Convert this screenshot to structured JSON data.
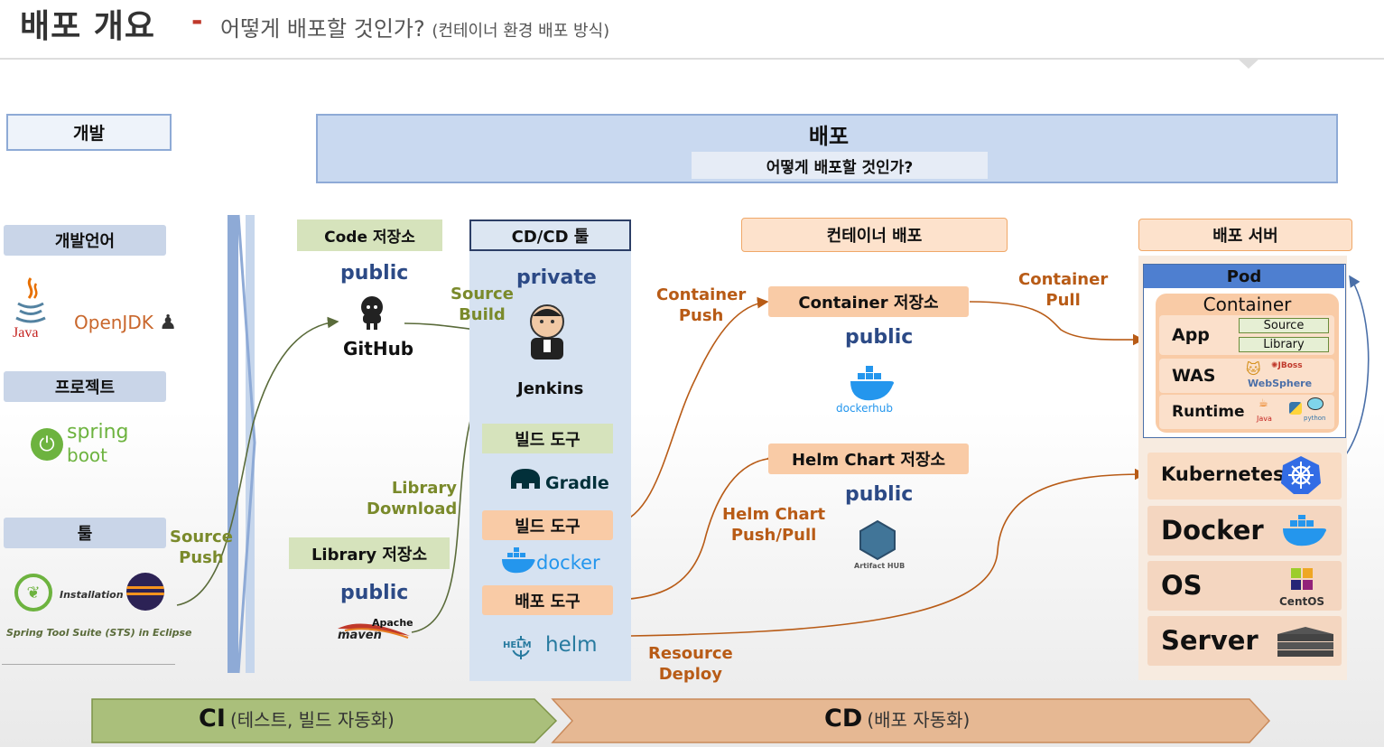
{
  "header": {
    "title": "배포 개요",
    "dash": "-",
    "subtitle": "어떻게 배포할 것인가?",
    "subtitle_small": "(컨테이너 환경 배포 방식)"
  },
  "dev": {
    "title": "개발",
    "lang_label": "개발언어",
    "java_logo": "Java",
    "openjdk_logo": "OpenJDK",
    "project_label": "프로젝트",
    "spring_logo_top": "spring",
    "spring_logo_bottom": "boot",
    "tool_label": "툴",
    "installation": "Installation",
    "sts_caption": "Spring Tool Suite (STS) in Eclipse",
    "source_push": [
      "Source",
      "Push"
    ]
  },
  "deploy": {
    "title": "배포",
    "question": "어떻게 배포할 것인가?"
  },
  "code_repo": {
    "label": "Code 저장소",
    "visibility": "public",
    "logo": "GitHub"
  },
  "library_repo": {
    "download": [
      "Library",
      "Download"
    ],
    "label": "Library 저장소",
    "visibility": "public",
    "logo_top": "Apache",
    "logo_bottom": "maven"
  },
  "cicd": {
    "label": "CD/CD 툴",
    "visibility": "private",
    "jenkins": "Jenkins",
    "source_build": [
      "Source",
      "Build"
    ],
    "build_tool_1": "빌드 도구",
    "gradle": "Gradle",
    "build_tool_2": "빌드 도구",
    "docker": "docker",
    "deploy_tool": "배포 도구",
    "helm_small": "HELM",
    "helm": "helm"
  },
  "container": {
    "label": "컨테이너 배포",
    "push": [
      "Container",
      "Push"
    ],
    "repo": "Container 저장소",
    "repo_visibility": "public",
    "dockerhub": "dockerhub",
    "pull": [
      "Container",
      "Pull"
    ],
    "helm_repo": "Helm Chart 저장소",
    "helm_visibility": "public",
    "helm_pushpull": [
      "Helm Chart",
      "Push/Pull"
    ],
    "artifact_hub": "Artifact HUB",
    "resource_deploy": [
      "Resource",
      "Deploy"
    ]
  },
  "server": {
    "label": "배포 서버",
    "pod": "Pod",
    "container": "Container",
    "app": "App",
    "source": "Source",
    "library": "Library",
    "was": "WAS",
    "websphere": "WebSphere",
    "runtime": "Runtime",
    "runtime_java": "Java",
    "runtime_python": "python",
    "kubernetes": "Kubernetes",
    "docker": "Docker",
    "os": "OS",
    "centos": "CentOS",
    "server": "Server"
  },
  "footer": {
    "ci": "CI",
    "ci_sub": "(테스트, 빌드 자동화)",
    "cd": "CD",
    "cd_sub": "(배포 자동화)"
  },
  "colors": {
    "blue_box": "#dce6f2",
    "green_box": "#d6e3bc",
    "peach_box": "#fbd5b5",
    "olive_text": "#7a8a2b",
    "brown_text": "#b85b16",
    "navy_text": "#2c4a86"
  }
}
